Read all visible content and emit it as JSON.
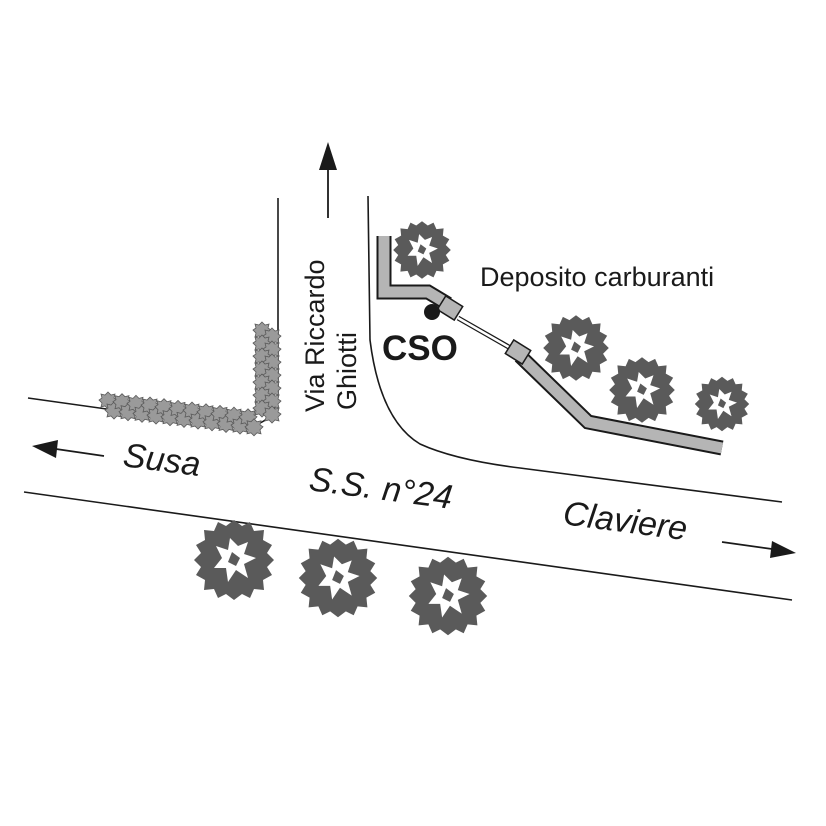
{
  "map": {
    "labels": {
      "street_vertical_line1": "Via Riccardo",
      "street_vertical_line2": "Ghiotti",
      "highway": "S.S. n°24",
      "direction_west": "Susa",
      "direction_east": "Claviere",
      "site": "CSO",
      "facility": "Deposito carburanti"
    },
    "colors": {
      "line": "#1a1a1a",
      "tree_fill": "#5a5a5a",
      "pipe_fill": "#b5b5b5",
      "hedge_fill": "#9a9a9a"
    },
    "icons": [
      "tree-icon",
      "hedge",
      "arrow-icon",
      "site-marker-icon"
    ]
  }
}
